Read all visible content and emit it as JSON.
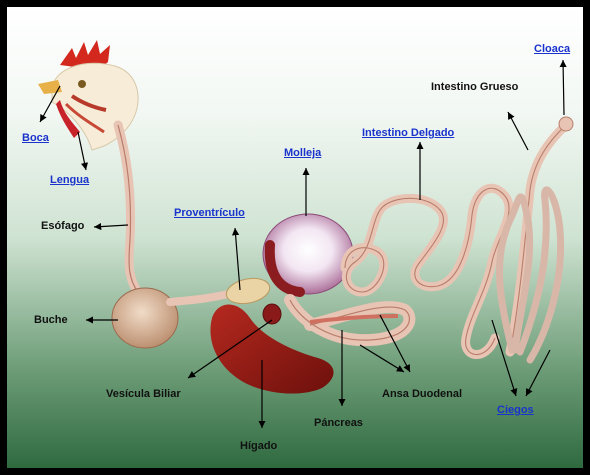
{
  "labels": {
    "boca": "Boca",
    "lengua": "Lengua",
    "esofago": "Esófago",
    "buche": "Buche",
    "proventriculo": "Proventrículo",
    "molleja": "Molleja",
    "intestino_delgado": "Intestino Delgado",
    "intestino_grueso": "Intestino Grueso",
    "cloaca": "Cloaca",
    "vesicula_biliar": "Vesícula Biliar",
    "higado": "Hígado",
    "pancreas": "Páncreas",
    "ansa_duodenal": "Ansa Duodenal",
    "ciegos": "Ciegos"
  },
  "colors": {
    "link": "#1a33cc",
    "text": "#111111",
    "background_top": "#ffffff",
    "background_bottom": "#2f6a3f",
    "tube": "#e8c4b4",
    "liver": "#8f1a14",
    "gizzard": "#c9a0c8"
  }
}
